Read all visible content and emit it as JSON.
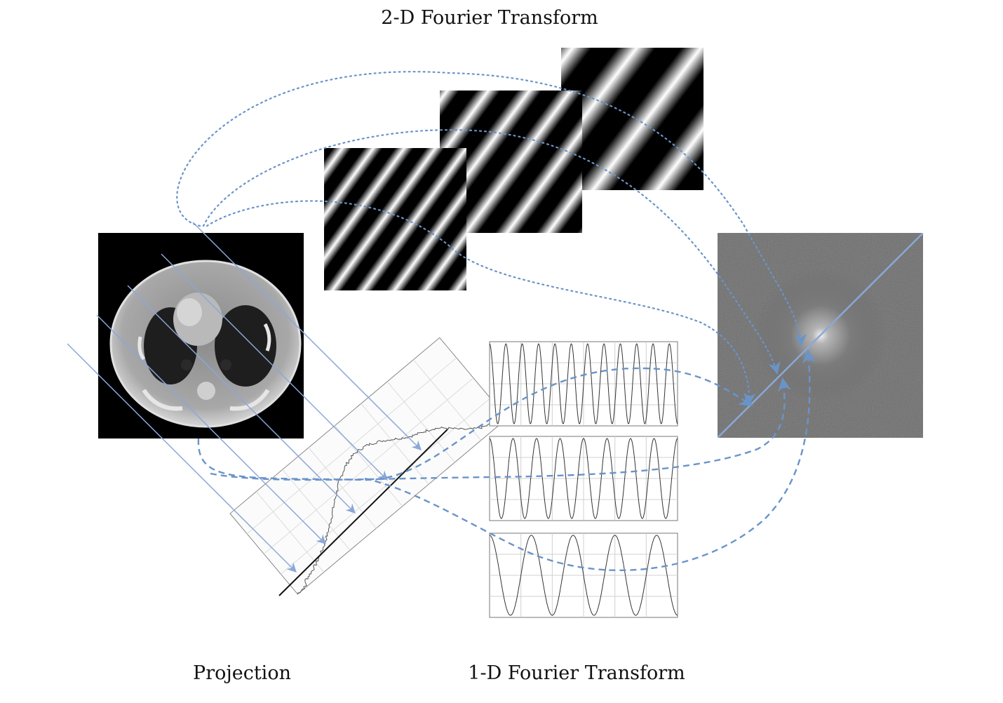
{
  "labels": {
    "top": "2-D Fourier Transform",
    "projection": "Projection",
    "fourier_1d": "1-D Fourier Transform"
  },
  "colors": {
    "arrow": "#6a94c8",
    "ray": "#8aa8d8",
    "plot_line": "#333333",
    "grid": "#d0d0d0",
    "background": "#ffffff",
    "spectrum_bg": "#6b6b6b",
    "ct_bg": "#000000"
  },
  "panels": {
    "ct_slice": "chest-ct-image",
    "gratings": [
      "high-frequency-grating",
      "mid-frequency-grating",
      "low-frequency-grating"
    ],
    "spectrum": "2d-fourier-spectrum",
    "sinusoids": [
      {
        "name": "high-frequency-sinusoid",
        "cycles": 11.5
      },
      {
        "name": "mid-frequency-sinusoid",
        "cycles": 8
      },
      {
        "name": "low-frequency-sinusoid",
        "cycles": 4.5
      }
    ]
  }
}
